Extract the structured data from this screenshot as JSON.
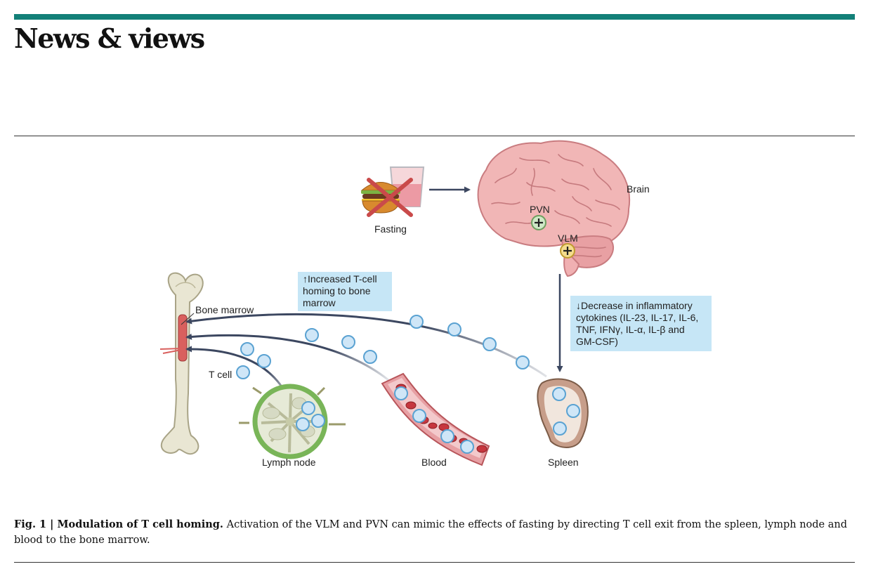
{
  "header": {
    "masthead": "News & views"
  },
  "figure": {
    "labels": {
      "fasting": "Fasting",
      "brain": "Brain",
      "pvn": "PVN",
      "vlm": "VLM",
      "bone_marrow": "Bone marrow",
      "t_cell": "T cell",
      "lymph_node": "Lymph node",
      "blood": "Blood",
      "spleen": "Spleen"
    },
    "boxes": {
      "homing": [
        "↑Increased T-cell",
        "homing to bone",
        "marrow"
      ],
      "cytokines": [
        "↓Decrease in inflammatory",
        "cytokines (IL-23, IL-17, IL-6,",
        "TNF, IFNγ, IL-α, IL-β and",
        "GM-CSF)"
      ]
    },
    "colors": {
      "accent_bar": "#138078",
      "info_box": "#c6e6f6",
      "arrow": "#3c4760",
      "t_cell_fill": "#cfe6f7",
      "pvn_badge": "#cfe8c6",
      "vlm_badge": "#f4dc8e"
    }
  },
  "caption": {
    "label": "Fig. 1 | Modulation of T cell homing.",
    "text": " Activation of the VLM and PVN can mimic the effects of fasting by directing T cell exit from the spleen, lymph node and blood to the bone marrow."
  }
}
